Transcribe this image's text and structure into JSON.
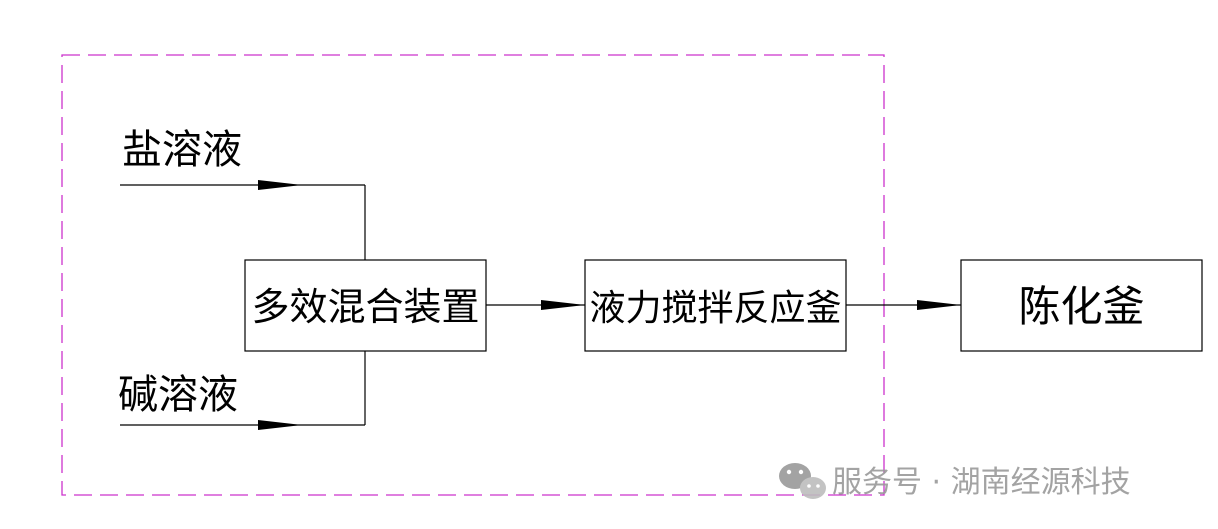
{
  "inputs": {
    "salt_solution": "盐溶液",
    "alkali_solution": "碱溶液"
  },
  "boxes": {
    "mixer": "多效混合装置",
    "reactor": "液力搅拌反应釜",
    "aging": "陈化釜"
  },
  "watermark": {
    "text": "服务号 · 湖南经源科技",
    "icon": "wechat-icon"
  },
  "colors": {
    "line": "#000000",
    "dashed_border": "#cc33cc",
    "watermark": "#9a9a9a"
  }
}
